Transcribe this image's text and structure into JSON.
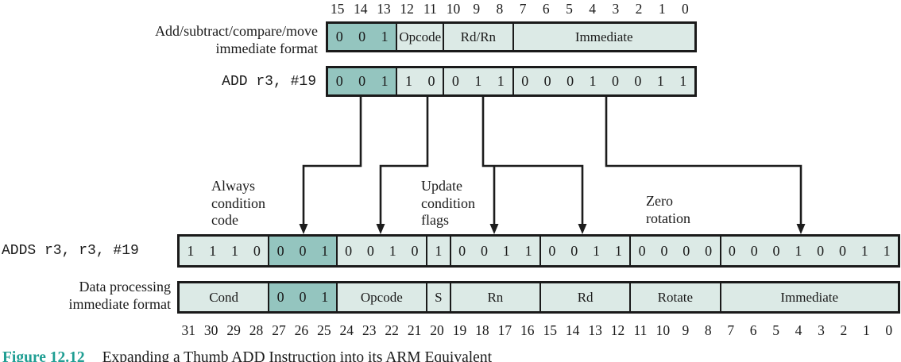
{
  "colors": {
    "field_light": "#dceae6",
    "field_teal": "#94c5bf",
    "border": "#1a1a1a",
    "caption_teal": "#1f9e93",
    "text": "#1a1a1a"
  },
  "top_bit_numbers": [
    "15",
    "14",
    "13",
    "12",
    "11",
    "10",
    "9",
    "8",
    "7",
    "6",
    "5",
    "4",
    "3",
    "2",
    "1",
    "0"
  ],
  "bottom_bit_numbers": [
    "31",
    "30",
    "29",
    "28",
    "27",
    "26",
    "25",
    "24",
    "23",
    "22",
    "21",
    "20",
    "19",
    "18",
    "17",
    "16",
    "15",
    "14",
    "13",
    "12",
    "11",
    "10",
    "9",
    "8",
    "7",
    "6",
    "5",
    "4",
    "3",
    "2",
    "1",
    "0"
  ],
  "thumb_format": {
    "label_line1": "Add/subtract/compare/move",
    "label_line2": "immediate format",
    "fields": [
      {
        "name": "field-001",
        "teal": true,
        "digits": [
          "0",
          "0",
          "1"
        ]
      },
      {
        "name": "field-opcode",
        "bits": 2,
        "label": "Opcode"
      },
      {
        "name": "field-rd-rn",
        "bits": 3,
        "label": "Rd/Rn"
      },
      {
        "name": "field-immediate",
        "bits": 8,
        "label": "Immediate"
      }
    ]
  },
  "thumb_instruction": {
    "label": "ADD r3, #19",
    "fields": [
      {
        "name": "field-001",
        "teal": true,
        "digits": [
          "0",
          "0",
          "1"
        ]
      },
      {
        "name": "field-opcode",
        "digits": [
          "1",
          "0"
        ]
      },
      {
        "name": "field-rd-rn",
        "digits": [
          "0",
          "1",
          "1"
        ]
      },
      {
        "name": "field-immediate",
        "digits": [
          "0",
          "0",
          "0",
          "1",
          "0",
          "0",
          "1",
          "1"
        ]
      }
    ]
  },
  "annotations": {
    "always": [
      "Always",
      "condition",
      "code"
    ],
    "update": [
      "Update",
      "condition",
      "flags"
    ],
    "zero": [
      "Zero",
      "rotation"
    ]
  },
  "arm_instruction": {
    "label": "ADDS r3, r3, #19",
    "fields": [
      {
        "name": "field-cond",
        "digits": [
          "1",
          "1",
          "1",
          "0"
        ]
      },
      {
        "name": "field-001",
        "teal": true,
        "digits": [
          "0",
          "0",
          "1"
        ]
      },
      {
        "name": "field-opcode",
        "digits": [
          "0",
          "0",
          "1",
          "0"
        ]
      },
      {
        "name": "field-s",
        "digits": [
          "1"
        ]
      },
      {
        "name": "field-rn",
        "digits": [
          "0",
          "0",
          "1",
          "1"
        ]
      },
      {
        "name": "field-rd",
        "digits": [
          "0",
          "0",
          "1",
          "1"
        ]
      },
      {
        "name": "field-rotate",
        "digits": [
          "0",
          "0",
          "0",
          "0"
        ]
      },
      {
        "name": "field-immediate",
        "digits": [
          "0",
          "0",
          "0",
          "1",
          "0",
          "0",
          "1",
          "1"
        ]
      }
    ]
  },
  "arm_format": {
    "label_line1": "Data processing",
    "label_line2": "immediate format",
    "fields": [
      {
        "name": "field-cond",
        "bits": 4,
        "label": "Cond"
      },
      {
        "name": "field-001",
        "teal": true,
        "digits": [
          "0",
          "0",
          "1"
        ]
      },
      {
        "name": "field-opcode",
        "bits": 4,
        "label": "Opcode"
      },
      {
        "name": "field-s",
        "bits": 1,
        "label": "S"
      },
      {
        "name": "field-rn",
        "bits": 4,
        "label": "Rn"
      },
      {
        "name": "field-rd",
        "bits": 4,
        "label": "Rd"
      },
      {
        "name": "field-rotate",
        "bits": 4,
        "label": "Rotate"
      },
      {
        "name": "field-immediate",
        "bits": 8,
        "label": "Immediate"
      }
    ]
  },
  "caption": {
    "figure_label": "Figure 12.12",
    "title": "Expanding a Thumb ADD Instruction into its ARM Equivalent"
  }
}
